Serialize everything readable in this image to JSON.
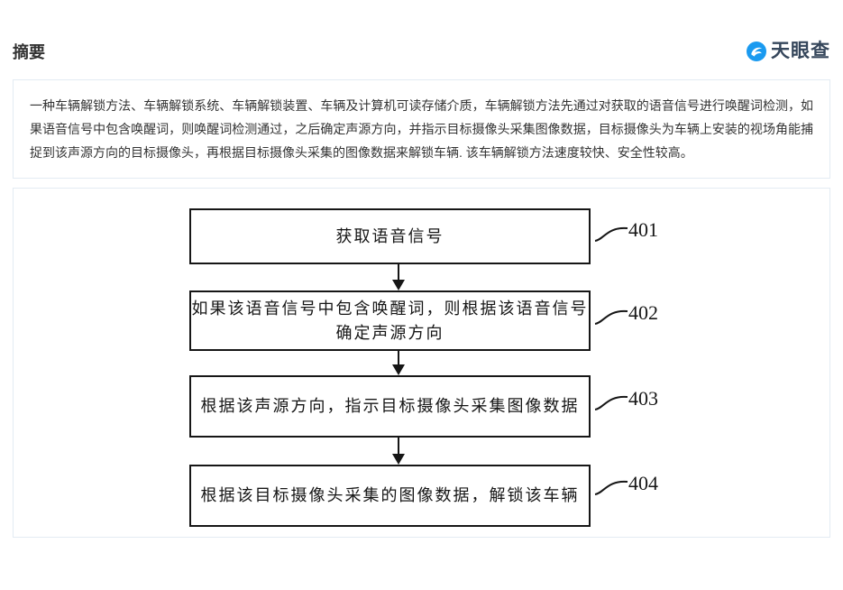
{
  "page": {
    "title": "摘要"
  },
  "brand": {
    "name": "天眼查",
    "icon": "tianyancha-eye-icon"
  },
  "colors": {
    "brand_blue": "#1a9af0",
    "brand_text": "#35465b",
    "panel_border": "#e3ebf3",
    "diagram_ink": "#161616",
    "body_text": "#333333"
  },
  "abstract": {
    "text": "一种车辆解锁方法、车辆解锁系统、车辆解锁装置、车辆及计算机可读存储介质，车辆解锁方法先通过对获取的语音信号进行唤醒词检测，如果语音信号中包含唤醒词，则唤醒词检测通过，之后确定声源方向，并指示目标摄像头采集图像数据，目标摄像头为车辆上安装的视场角能捕捉到该声源方向的目标摄像头，再根据目标摄像头采集的图像数据来解锁车辆. 该车辆解锁方法速度较快、安全性较高。"
  },
  "flowchart": {
    "steps": [
      {
        "ref": "401",
        "text": "获取语音信号"
      },
      {
        "ref": "402",
        "text": "如果该语音信号中包含唤醒词，则根据该语音信号\n确定声源方向"
      },
      {
        "ref": "403",
        "text": "根据该声源方向，指示目标摄像头采集图像数据"
      },
      {
        "ref": "404",
        "text": "根据该目标摄像头采集的图像数据，解锁该车辆"
      }
    ]
  }
}
